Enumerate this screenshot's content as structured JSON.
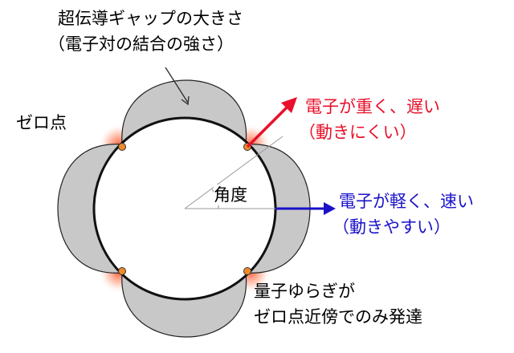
{
  "labels": {
    "gap_size_line1": "超伝導ギャップの大きさ",
    "gap_size_line2": "（電子対の結合の強さ）",
    "zero_point": "ゼロ点",
    "angle": "角度",
    "heavy_line1": "電子が重く、遅い",
    "heavy_line2": "（動きにくい）",
    "light_line1": "電子が軽く、速い",
    "light_line2": "（動きやすい）",
    "fluct_line1": "量子ゆらぎが",
    "fluct_line2": "ゼロ点近傍でのみ発達"
  },
  "colors": {
    "heavy_arrow": "#e8102a",
    "light_arrow": "#1a12c8",
    "lobe_fill": "#c8c8c8",
    "node_point": "#f08a2a",
    "node_glow": "#ff5a2a"
  }
}
